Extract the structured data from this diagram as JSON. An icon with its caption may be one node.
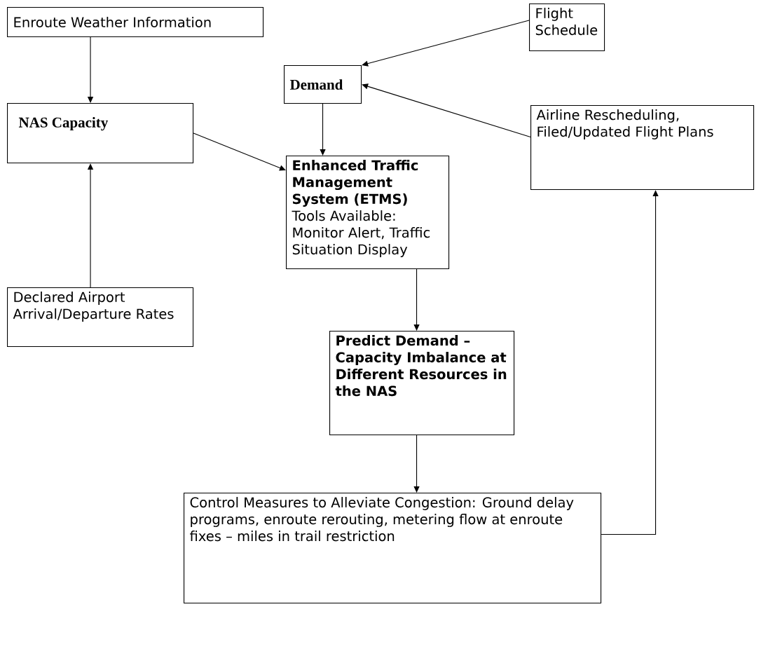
{
  "diagram": {
    "nodes": [
      {
        "text": [
          "Enroute Weather Information"
        ]
      },
      {
        "text": [
          "NAS Capacity"
        ]
      },
      {
        "text": [
          "Demand"
        ]
      },
      {
        "text": [
          "Flight Schedule"
        ]
      },
      {
        "text": [
          "Airline Rescheduling, Filed/Updated Flight Plans"
        ]
      },
      {
        "text": [
          "Enhanced Traffic Management System (ETMS)",
          "Tools Available: Monitor Alert, Traffic Situation Display"
        ]
      },
      {
        "text": [
          "Declared Airport Arrival/Departure Rates"
        ]
      },
      {
        "text": [
          "Predict Demand – Capacity Imbalance at Different Resources in the NAS"
        ]
      },
      {
        "text": [
          "Control Measures to Alleviate Congestion: Ground delay programs, enroute rerouting, metering flow at enroute fixes – miles in trail restriction"
        ]
      }
    ],
    "edges": [
      {
        "from": 0,
        "to": 1,
        "arrow": "to"
      },
      {
        "from": 3,
        "to": 2,
        "arrow": "to"
      },
      {
        "from": 4,
        "to": 2,
        "arrow": "to"
      },
      {
        "from": 1,
        "to": 5,
        "arrow": "to"
      },
      {
        "from": 2,
        "to": 5,
        "arrow": "to"
      },
      {
        "from": 6,
        "to": 1,
        "arrow": "to"
      },
      {
        "from": 5,
        "to": 7,
        "arrow": "to"
      },
      {
        "from": 7,
        "to": 8,
        "arrow": "to"
      },
      {
        "from": 8,
        "to": 4,
        "arrow": "to"
      }
    ]
  }
}
